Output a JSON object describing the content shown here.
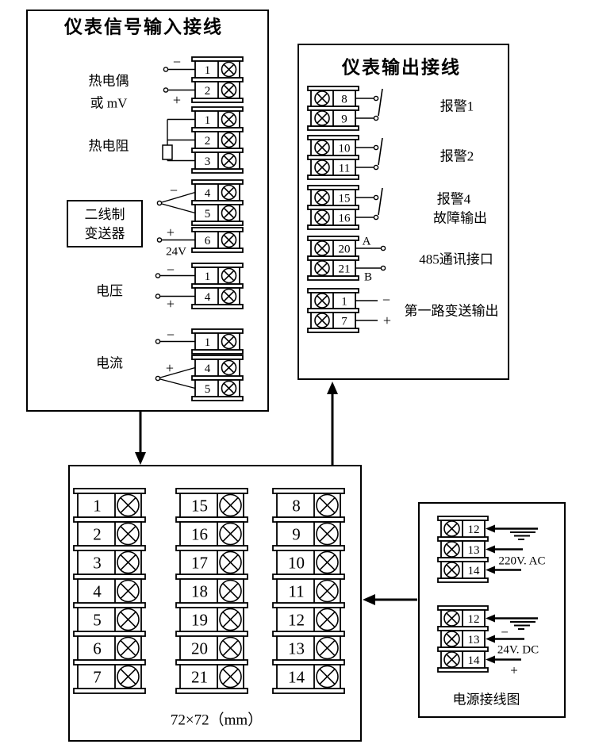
{
  "input_box": {
    "title": "仪表信号输入接线",
    "thermocouple": {
      "label_line1": "热电偶",
      "label_line2": "或 mV",
      "terminals": [
        "1",
        "2"
      ],
      "minus": "−",
      "plus": "+"
    },
    "rtd": {
      "label": "热电阻",
      "terminals": [
        "1",
        "2",
        "3"
      ]
    },
    "transmitter": {
      "box_label_line1": "二线制",
      "box_label_line2": "变送器",
      "pair_terminals": [
        "4",
        "5"
      ],
      "pair_minus": "−",
      "supply_terminal": [
        "6"
      ],
      "supply_plus": "+",
      "supply_voltage": "24V"
    },
    "voltage": {
      "label": "电压",
      "terminals": [
        "1",
        "4"
      ],
      "minus": "−",
      "plus": "+"
    },
    "current": {
      "label": "电流",
      "single_terminal": [
        "1"
      ],
      "pair_terminals": [
        "4",
        "5"
      ],
      "minus": "−",
      "plus": "+"
    }
  },
  "output_box": {
    "title": "仪表输出接线",
    "alarm1": {
      "terminals": [
        "8",
        "9"
      ],
      "label": "报警1"
    },
    "alarm2": {
      "terminals": [
        "10",
        "11"
      ],
      "label": "报警2"
    },
    "alarm4": {
      "terminals": [
        "15",
        "16"
      ],
      "label_line1": "报警4",
      "label_line2": "故障输出"
    },
    "rs485": {
      "terminals": [
        "20",
        "21"
      ],
      "label": "485通讯接口",
      "wire_a": "A",
      "wire_b": "B"
    },
    "retransmission": {
      "terminals": [
        "1",
        "7"
      ],
      "label": "第一路变送输出",
      "minus": "−",
      "plus": "+"
    }
  },
  "terminal_box": {
    "column1": [
      "1",
      "2",
      "3",
      "4",
      "5",
      "6",
      "7"
    ],
    "column2": [
      "15",
      "16",
      "17",
      "18",
      "19",
      "20",
      "21"
    ],
    "column3": [
      "8",
      "9",
      "10",
      "11",
      "12",
      "13",
      "14"
    ],
    "caption": "72×72（mm）"
  },
  "power_box": {
    "ac": {
      "terminals": [
        "12",
        "13",
        "14"
      ],
      "label": "220V. AC"
    },
    "dc": {
      "terminals": [
        "12",
        "13",
        "14"
      ],
      "label": "24V. DC",
      "minus": "−",
      "plus": "+"
    },
    "caption": "电源接线图"
  },
  "colors": {
    "line": "#000000",
    "background": "#ffffff"
  }
}
